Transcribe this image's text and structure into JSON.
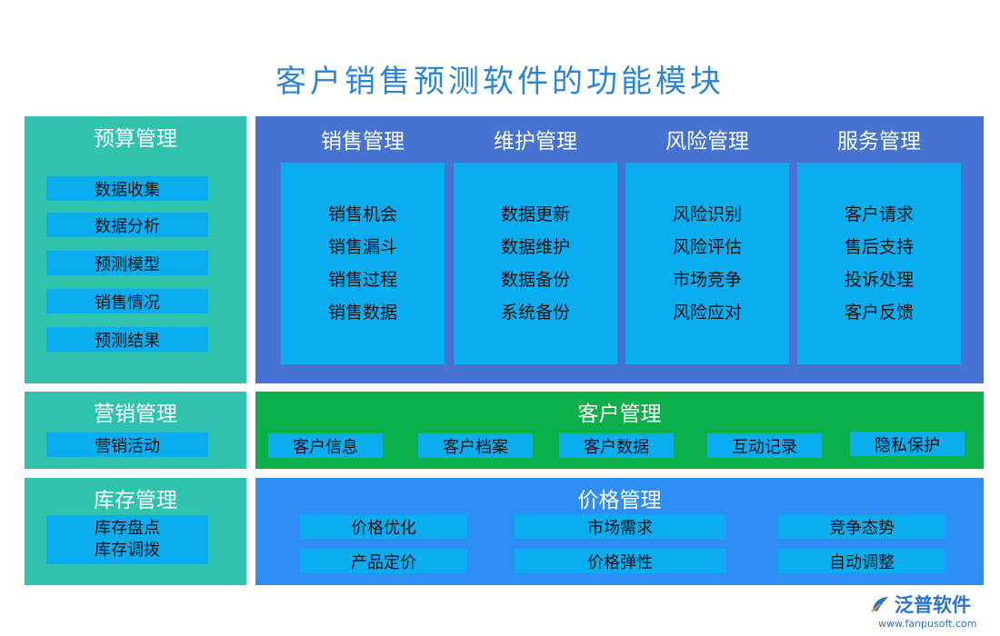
{
  "title": "客户销售预测软件的功能模块",
  "budget": {
    "title": "预算管理",
    "items": [
      "数据收集",
      "数据分析",
      "预测模型",
      "销售情况",
      "预测结果"
    ]
  },
  "upper_groups": [
    {
      "title": "销售管理",
      "items": [
        "销售机会",
        "销售漏斗",
        "销售过程",
        "销售数据"
      ]
    },
    {
      "title": "维护管理",
      "items": [
        "数据更新",
        "数据维护",
        "数据备份",
        "系统备份"
      ]
    },
    {
      "title": "风险管理",
      "items": [
        "风险识别",
        "风险评估",
        "市场竞争",
        "风险应对"
      ]
    },
    {
      "title": "服务管理",
      "items": [
        "客户请求",
        "售后支持",
        "投诉处理",
        "客户反馈"
      ]
    }
  ],
  "marketing": {
    "title": "营销管理",
    "items": [
      "营销活动"
    ]
  },
  "customer": {
    "title": "客户管理",
    "items": [
      "客户信息",
      "客户档案",
      "客户数据",
      "互动记录",
      "隐私保护"
    ]
  },
  "inventory": {
    "title": "库存管理",
    "items": [
      "库存盘点",
      "库存调拨"
    ]
  },
  "pricing": {
    "title": "价格管理",
    "items": [
      "价格优化",
      "市场需求",
      "竞争态势",
      "产品定价",
      "价格弹性",
      "自动调整"
    ]
  },
  "logo": {
    "name": "泛普软件",
    "url": "www.fanpusoft.com"
  },
  "colors": {
    "teal": "#2fc3ad",
    "blue_panel": "#4673d1",
    "green_panel": "#0bb04a",
    "light_blue_panel": "#2f8ef5",
    "chip": "#0aaef0",
    "title": "#2b84d6"
  }
}
